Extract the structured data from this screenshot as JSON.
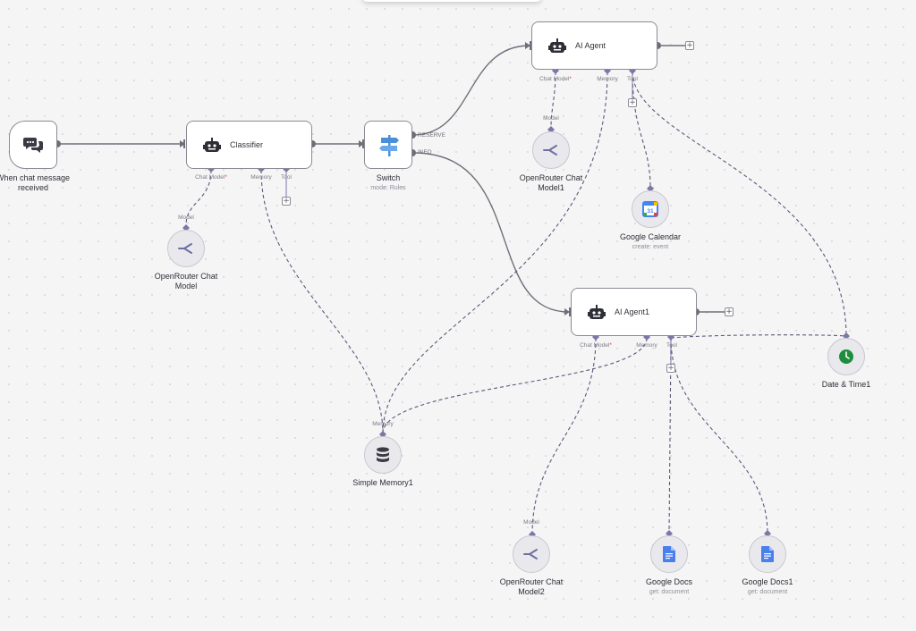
{
  "nodes": {
    "trigger": {
      "label": "When chat message\nreceived"
    },
    "classifier": {
      "label": "Classifier"
    },
    "switch": {
      "label": "Switch",
      "sub": "mode: Rules",
      "out1": "RESERVE",
      "out2": "INFO"
    },
    "agent": {
      "label": "AI Agent"
    },
    "agent1": {
      "label": "AI Agent1"
    },
    "openrouter": {
      "label": "OpenRouter Chat\nModel"
    },
    "openrouter1": {
      "label": "OpenRouter Chat\nModel1"
    },
    "openrouter2": {
      "label": "OpenRouter Chat\nModel2"
    },
    "calendar": {
      "label": "Google Calendar",
      "sub": "create: event"
    },
    "datetime": {
      "label": "Date & Time1"
    },
    "memory": {
      "label": "Simple Memory1"
    },
    "docs": {
      "label": "Google Docs",
      "sub": "get: document"
    },
    "docs1": {
      "label": "Google Docs1",
      "sub": "get: document"
    }
  },
  "ports": {
    "chat_model": "Chat Model",
    "required": "*",
    "memory": "Memory",
    "tool": "Tool",
    "model": "Model"
  },
  "add_symbol": "+",
  "icons": {
    "chat": "chat-bubbles-icon",
    "robot": "robot-icon",
    "switch": "signpost-icon",
    "openrouter": "openrouter-icon",
    "calendar": "google-calendar-icon",
    "clock": "clock-icon",
    "database": "database-icon",
    "docs": "google-docs-icon"
  },
  "calendar_day": "31",
  "colors": {
    "wire": "#6e6e78",
    "sub_wire": "#5a5a78",
    "port": "#7b78a8",
    "required": "#d9453a",
    "switch_icon": "#4a90d9",
    "clock": "#1e8e3e",
    "docs": "#4a80ec"
  }
}
